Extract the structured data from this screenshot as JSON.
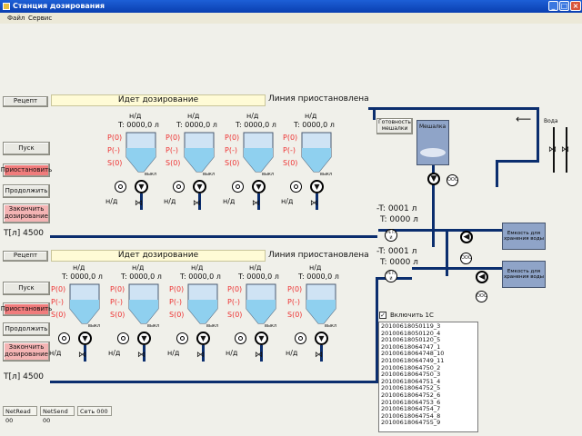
{
  "window": {
    "title": "Станция дозирования"
  },
  "menu": [
    "Файл",
    "Сервис"
  ],
  "line1": {
    "recipe_btn": "Рецепт",
    "status": "Идет дозирование",
    "line_status": "Линия приостановлена",
    "buttons": {
      "start": "Пуск",
      "pause": "Приостановить",
      "resume": "Продолжить",
      "finish": "Закончить дозирование"
    },
    "total": "T[л] 4500"
  },
  "line2": {
    "recipe_btn": "Рецепт",
    "status": "Идет дозирование",
    "line_status": "Линия приостановлена",
    "buttons": {
      "start": "Пуск",
      "pause": "Приостановить",
      "resume": "Продолжить",
      "finish": "Закончить дозирование"
    },
    "total": "T[л] 4500"
  },
  "doser": {
    "nd": "н/д",
    "t": "T: 0000,0 л",
    "p0": "P(0)",
    "pm": "P(-)",
    "s0": "S(0)",
    "vykl": "выкл",
    "bottom_nd": "н/д"
  },
  "right": {
    "mixer_ready": "Готовность мешалки",
    "mixer": "Мешалка",
    "water_label": "Вода",
    "tank1": "Емкость для хранения воды",
    "tank2": "Емкость для хранения воды",
    "flow1_t": "-T: 0001 л",
    "flow1_total": "T: 0000 л",
    "flow2_t": "-T: 0001 л",
    "flow2_total": "T: 0000 л",
    "pe1": "PE F/И",
    "pe2": "PE F/И",
    "enable_1c": "Включить 1С",
    "list": [
      "20100618050119_3",
      "20100618050120_4",
      "20100618050120_5",
      "20100618064747_1",
      "20100618064748_10",
      "20100618064749_11",
      "20100618064750_2",
      "20100618064750_3",
      "20100618064751_4",
      "20100618064752_5",
      "20100618064752_6",
      "20100618064753_6",
      "20100618064754_7",
      "20100618064754_8",
      "20100618064755_9"
    ]
  },
  "status_bar": {
    "net_read": "NetRead 00",
    "net_send": "NetSend 00",
    "net": "Сеть 000"
  }
}
